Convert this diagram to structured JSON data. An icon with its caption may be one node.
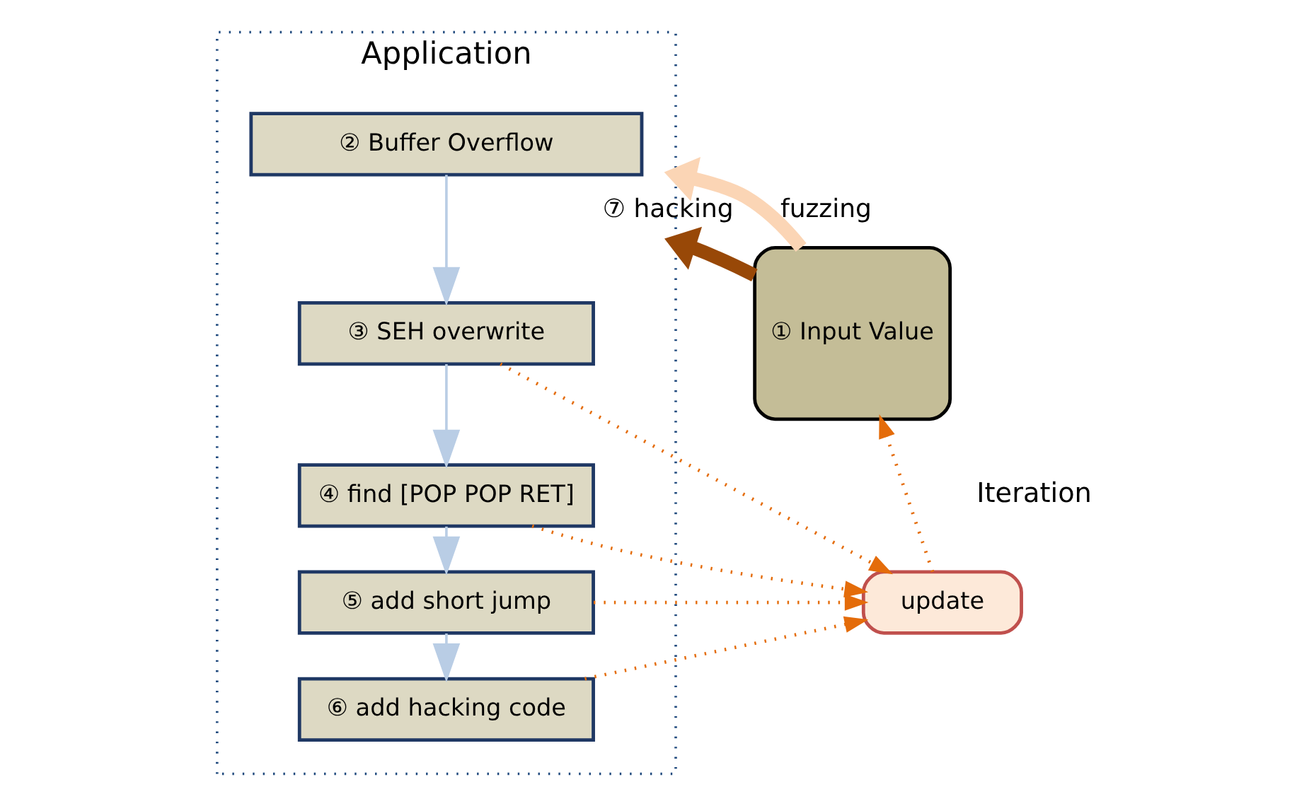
{
  "diagram": {
    "nodes": [
      {
        "text": [
          "Application"
        ]
      },
      {
        "text": [
          "① Input Value"
        ]
      },
      {
        "text": [
          "② Buffer Overflow"
        ],
        "in": 0
      },
      {
        "text": [
          "③ SEH overwrite"
        ],
        "in": 0
      },
      {
        "text": [
          "④ find [POP POP RET]"
        ],
        "in": 0
      },
      {
        "text": [
          "⑤ add short jump"
        ],
        "in": 0
      },
      {
        "text": [
          "⑥ add hacking code"
        ],
        "in": 0
      },
      {
        "text": [
          "update"
        ]
      }
    ],
    "edges": [
      {
        "from": 1,
        "to": 0,
        "arrow": "to",
        "label": "⑦ hacking",
        "style": "thick",
        "color": "#984807"
      },
      {
        "from": 1,
        "to": 0,
        "arrow": "to",
        "label": "fuzzing",
        "style": "thick",
        "color": "#fbd5b5"
      },
      {
        "from": 2,
        "to": 3,
        "arrow": "to",
        "color": "#b9cde5"
      },
      {
        "from": 3,
        "to": 4,
        "arrow": "to",
        "color": "#b9cde5"
      },
      {
        "from": 4,
        "to": 5,
        "arrow": "to",
        "color": "#b9cde5"
      },
      {
        "from": 5,
        "to": 6,
        "arrow": "to",
        "color": "#b9cde5"
      },
      {
        "from": 3,
        "to": 7,
        "arrow": "to",
        "style": "dashed"
      },
      {
        "from": 4,
        "to": 7,
        "arrow": "to",
        "style": "dashed"
      },
      {
        "from": 5,
        "to": 7,
        "arrow": "to",
        "style": "dashed"
      },
      {
        "from": 6,
        "to": 7,
        "arrow": "to",
        "style": "dashed"
      },
      {
        "from": 7,
        "to": 1,
        "arrow": "to",
        "style": "dashed"
      }
    ],
    "labels": [
      "Iteration"
    ]
  }
}
